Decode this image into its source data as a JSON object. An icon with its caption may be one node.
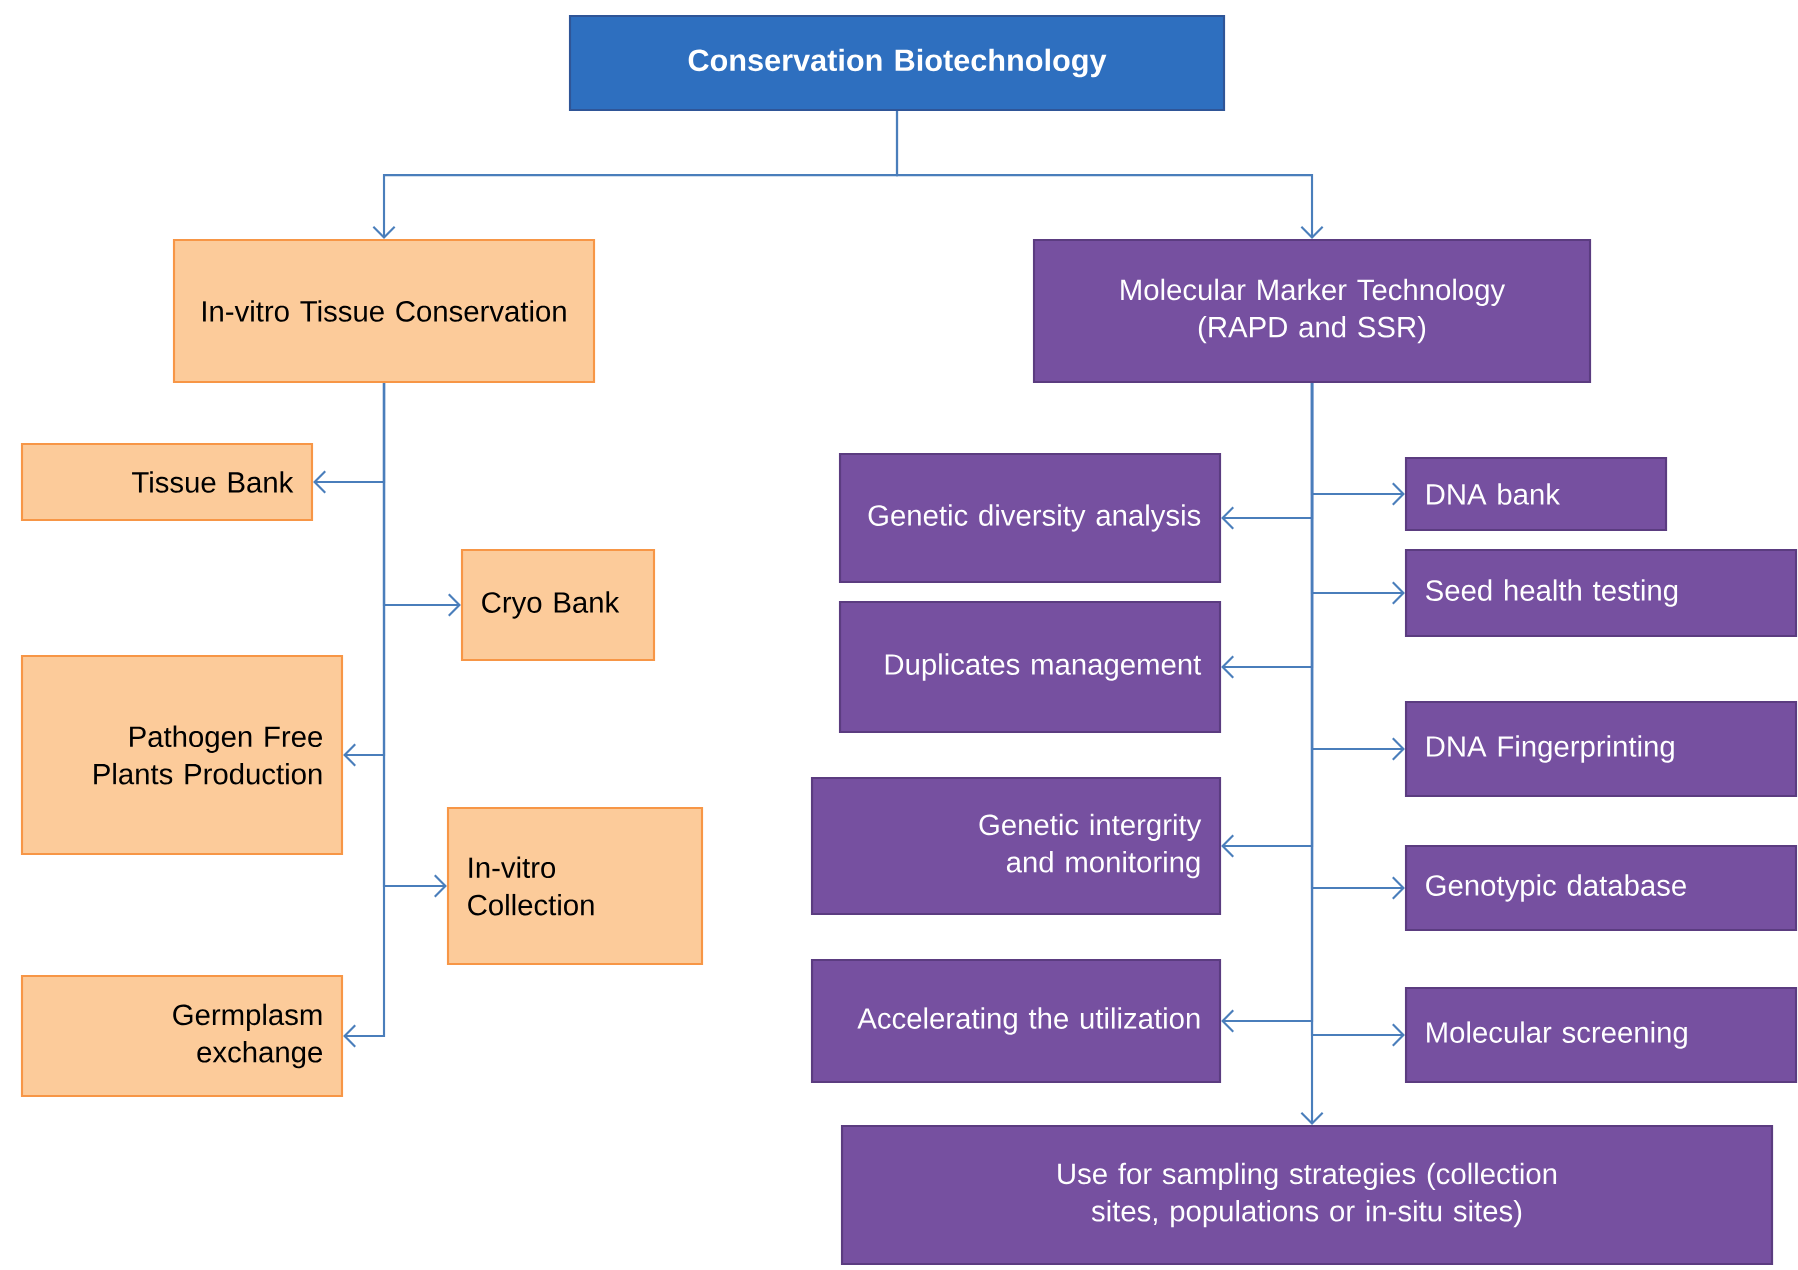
{
  "diagram": {
    "nodes": [
      {
        "text": [
          "Conservation Biotechnology"
        ]
      },
      {
        "text": [
          "In-vitro Tissue Conservation"
        ]
      },
      {
        "text": [
          "Molecular Marker Technology (RAPD and SSR)"
        ]
      },
      {
        "text": [
          "Tissue Bank"
        ]
      },
      {
        "text": [
          "Cryo Bank"
        ]
      },
      {
        "text": [
          "Pathogen Free Plants Production"
        ]
      },
      {
        "text": [
          "In-vitro Collection"
        ]
      },
      {
        "text": [
          "Germplasm exchange"
        ]
      },
      {
        "text": [
          "Genetic diversity analysis"
        ]
      },
      {
        "text": [
          "DNA bank"
        ]
      },
      {
        "text": [
          "Seed health testing"
        ]
      },
      {
        "text": [
          "Duplicates management"
        ]
      },
      {
        "text": [
          "DNA Fingerprinting"
        ]
      },
      {
        "text": [
          "Genetic intergrity and monitoring"
        ]
      },
      {
        "text": [
          "Genotypic database"
        ]
      },
      {
        "text": [
          "Accelerating the utilization"
        ]
      },
      {
        "text": [
          "Molecular screening"
        ]
      },
      {
        "text": [
          "Use for sampling strategies (collection sites, populations or in-situ sites)"
        ]
      }
    ],
    "edges": [
      {
        "from": 0,
        "to": 1,
        "arrow": "to"
      },
      {
        "from": 0,
        "to": 2,
        "arrow": "to"
      },
      {
        "from": 1,
        "to": 3,
        "arrow": "to"
      },
      {
        "from": 1,
        "to": 4,
        "arrow": "to"
      },
      {
        "from": 1,
        "to": 5,
        "arrow": "to"
      },
      {
        "from": 1,
        "to": 6,
        "arrow": "to"
      },
      {
        "from": 1,
        "to": 7,
        "arrow": "to"
      },
      {
        "from": 2,
        "to": 8,
        "arrow": "to"
      },
      {
        "from": 2,
        "to": 9,
        "arrow": "to"
      },
      {
        "from": 2,
        "to": 10,
        "arrow": "to"
      },
      {
        "from": 2,
        "to": 11,
        "arrow": "to"
      },
      {
        "from": 2,
        "to": 12,
        "arrow": "to"
      },
      {
        "from": 2,
        "to": 13,
        "arrow": "to"
      },
      {
        "from": 2,
        "to": 14,
        "arrow": "to"
      },
      {
        "from": 2,
        "to": 15,
        "arrow": "to"
      },
      {
        "from": 2,
        "to": 16,
        "arrow": "to"
      },
      {
        "from": 2,
        "to": 17,
        "arrow": "to"
      }
    ]
  }
}
